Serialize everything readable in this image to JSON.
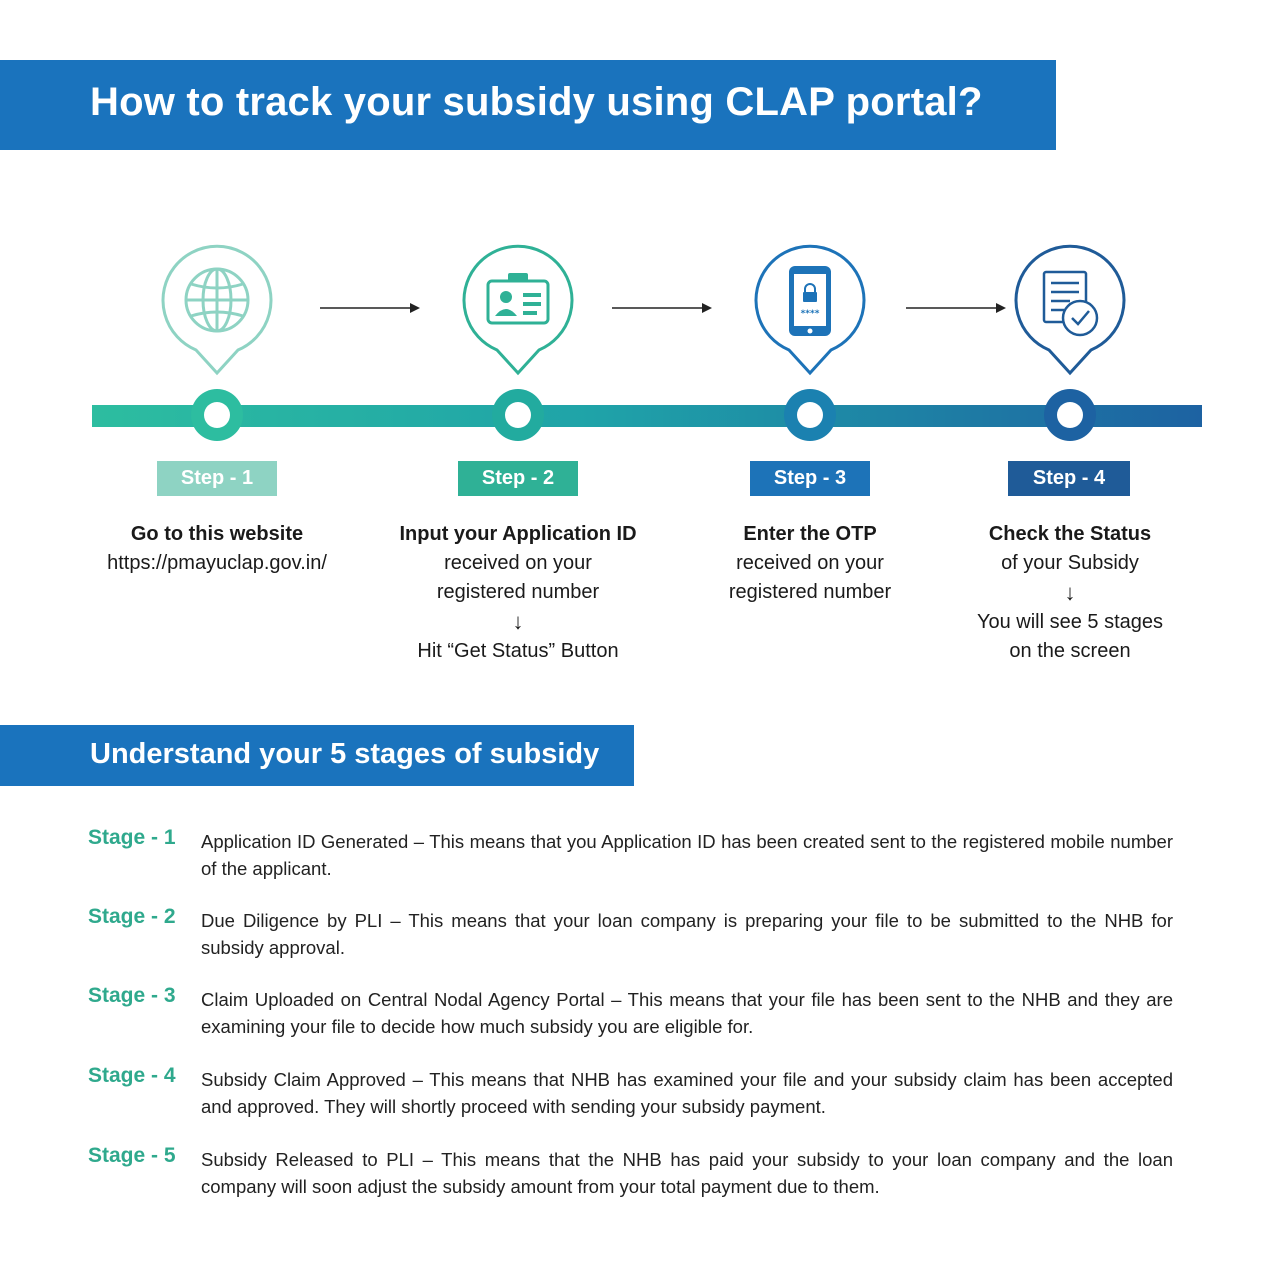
{
  "header": {
    "title": "How to track your subsidy using CLAP portal?"
  },
  "colors": {
    "banner": "#1a73bd",
    "step1": "#8ed3c3",
    "step2": "#2fb196",
    "step3": "#1d73b8",
    "step4": "#1f5b98",
    "stage_label": "#2fa98d"
  },
  "steps": [
    {
      "badge": "Step - 1",
      "title": "Go to this website",
      "lines": [
        "https://pmayuclap.gov.in/"
      ],
      "after": [],
      "icon": "globe-icon"
    },
    {
      "badge": "Step - 2",
      "title": "Input your Application ID",
      "lines": [
        "received on your",
        "registered number"
      ],
      "after": [
        "Hit “Get Status” Button"
      ],
      "icon": "id-card-icon"
    },
    {
      "badge": "Step - 3",
      "title": "Enter the OTP",
      "lines": [
        "received on your",
        "registered number"
      ],
      "after": [],
      "icon": "mobile-lock-icon"
    },
    {
      "badge": "Step - 4",
      "title": "Check the Status",
      "lines": [
        "of your Subsidy"
      ],
      "after": [
        "You will see 5 stages",
        "on the screen"
      ],
      "icon": "document-check-icon"
    }
  ],
  "stages_section": {
    "title": "Understand your 5 stages of subsidy",
    "stages": [
      {
        "label": "Stage - 1",
        "text": "Application ID Generated – This means that you Application ID has been created sent to the registered mobile number of the applicant."
      },
      {
        "label": "Stage - 2",
        "text": "Due Diligence by PLI – This means that your loan company is preparing your file to be submitted to the NHB for subsidy approval."
      },
      {
        "label": "Stage - 3",
        "text": "Claim Uploaded on Central Nodal Agency Portal – This means that your file has been sent to the NHB and they are examining your file to decide how much subsidy you are eligible for."
      },
      {
        "label": "Stage - 4",
        "text": "Subsidy Claim Approved – This means that NHB has examined your file and your subsidy claim has been accepted and approved. They will shortly proceed with sending your subsidy payment."
      },
      {
        "label": "Stage - 5",
        "text": "Subsidy Released to PLI – This means that the NHB has paid your subsidy to your loan company and the loan company will soon adjust the subsidy amount from your total payment due to them."
      }
    ]
  }
}
